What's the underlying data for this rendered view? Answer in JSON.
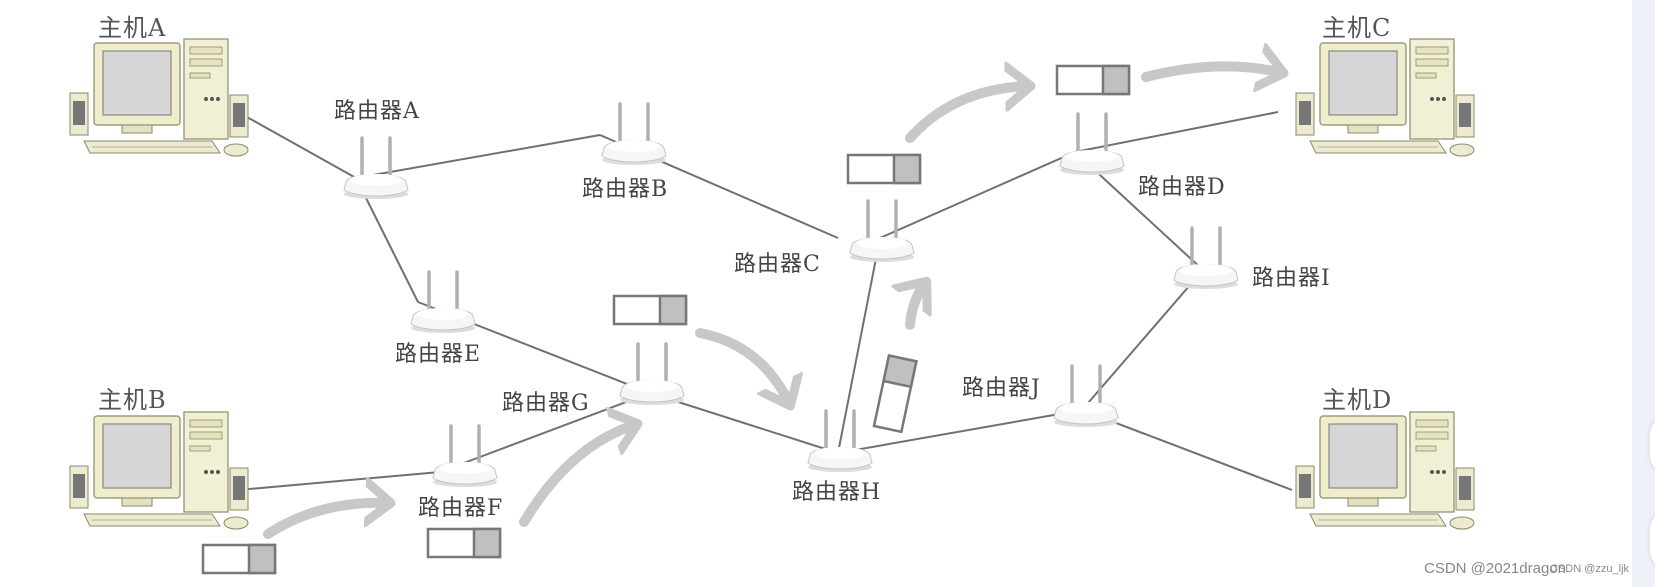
{
  "hosts": [
    {
      "id": "A",
      "label": "主机A"
    },
    {
      "id": "B",
      "label": "主机B"
    },
    {
      "id": "C",
      "label": "主机C"
    },
    {
      "id": "D",
      "label": "主机D"
    }
  ],
  "routers": [
    {
      "id": "A",
      "label": "路由器A"
    },
    {
      "id": "B",
      "label": "路由器B"
    },
    {
      "id": "C",
      "label": "路由器C"
    },
    {
      "id": "D",
      "label": "路由器D"
    },
    {
      "id": "E",
      "label": "路由器E"
    },
    {
      "id": "F",
      "label": "路由器F"
    },
    {
      "id": "G",
      "label": "路由器G"
    },
    {
      "id": "H",
      "label": "路由器H"
    },
    {
      "id": "I",
      "label": "路由器I"
    },
    {
      "id": "J",
      "label": "路由器J"
    }
  ],
  "links": [
    [
      "host-A",
      "router-A"
    ],
    [
      "router-A",
      "router-B"
    ],
    [
      "router-A",
      "router-E"
    ],
    [
      "router-B",
      "router-C"
    ],
    [
      "router-E",
      "router-G"
    ],
    [
      "host-B",
      "router-F"
    ],
    [
      "router-F",
      "router-G"
    ],
    [
      "router-G",
      "router-H"
    ],
    [
      "router-H",
      "router-C"
    ],
    [
      "router-H",
      "router-J"
    ],
    [
      "router-C",
      "router-D"
    ],
    [
      "router-D",
      "host-C"
    ],
    [
      "router-D",
      "router-I"
    ],
    [
      "router-I",
      "router-J"
    ],
    [
      "router-J",
      "host-D"
    ]
  ],
  "packet_path": [
    "host-B",
    "router-F",
    "router-G",
    "router-H",
    "router-C",
    "router-D",
    "host-C"
  ],
  "colors": {
    "line": "#707070",
    "arrow": "#c8c8c8",
    "packet_fill": "#c0c0c0",
    "packet_border": "#777777"
  },
  "watermark": {
    "main": "CSDN @2021dragon",
    "overlap": "CSDN @zzu_ljk"
  }
}
